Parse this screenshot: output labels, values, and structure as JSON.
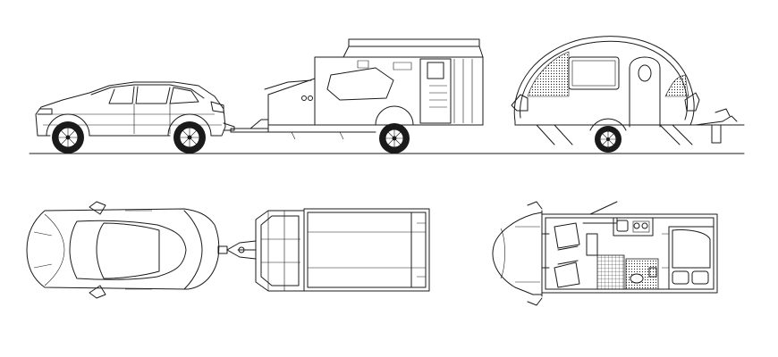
{
  "drawing": {
    "background": "#ffffff",
    "line_color": "#1a1a1a",
    "views": [
      {
        "id": "side-elevation",
        "items": [
          "suv",
          "offroad-camper-trailer",
          "teardrop-trailer"
        ]
      },
      {
        "id": "top-plan",
        "items": [
          "suv-top",
          "camper-trailer-top",
          "campervan-floor-plan"
        ]
      }
    ]
  }
}
